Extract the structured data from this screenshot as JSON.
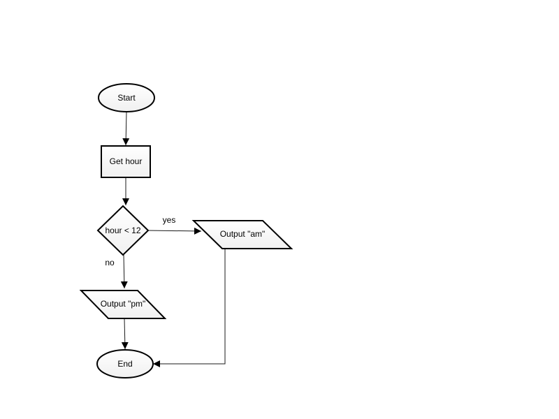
{
  "flowchart": {
    "nodes": {
      "start": {
        "label": "Start"
      },
      "get_hour": {
        "label": "Get hour"
      },
      "decision": {
        "label": "hour < 12"
      },
      "output_am": {
        "label": "Output \"am\""
      },
      "output_pm": {
        "label": "Output \"pm\""
      },
      "end": {
        "label": "End"
      }
    },
    "edge_labels": {
      "yes": "yes",
      "no": "no"
    }
  }
}
